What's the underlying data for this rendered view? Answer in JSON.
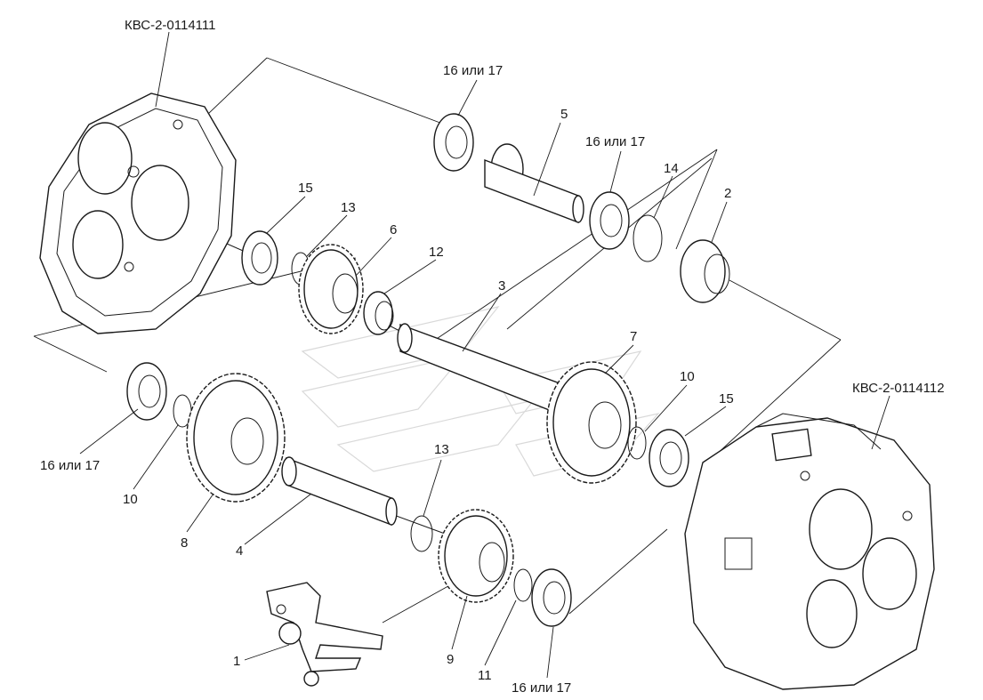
{
  "assemblies": {
    "left_housing": "КВС-2-0114111",
    "right_housing": "КВС-2-0114112"
  },
  "callouts": {
    "fork": "1",
    "bearing_cup": "2",
    "shaft_3": "3",
    "shaft_4": "4",
    "pinion_shaft": "5",
    "gear_6": "6",
    "gear_7": "7",
    "gear_8": "8",
    "gear_9": "9",
    "ring_10_left": "10",
    "ring_10_right": "10",
    "ring_11": "11",
    "sleeve_12": "12",
    "ring_13_top": "13",
    "ring_13_bottom": "13",
    "snap_ring_14": "14",
    "bearing_15_top": "15",
    "bearing_15_right": "15"
  },
  "bearing_choice": {
    "top": "16 или 17",
    "upper_mid": "16 или 17",
    "left": "16 или 17",
    "bottom": "16 или 17"
  }
}
